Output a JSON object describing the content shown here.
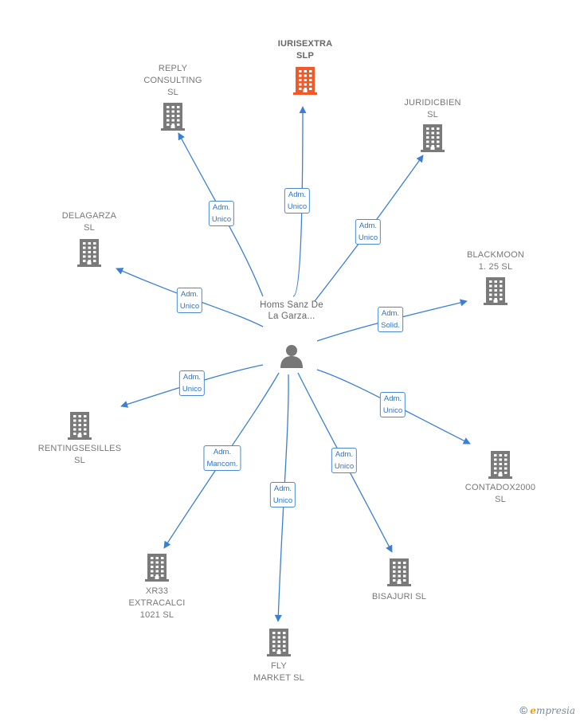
{
  "colors": {
    "edge": "#3b7fd4",
    "node": "#7a7a7a",
    "highlight": "#f05a28",
    "person": "#777777"
  },
  "center": {
    "name": "Homs Sanz De La Garza...",
    "icon": "person-icon"
  },
  "companies": [
    {
      "id": "iurisextra",
      "name": "IURISEXTRA SLP",
      "lines": [
        "IURISEXTRA",
        "SLP"
      ],
      "highlight": true,
      "role": "Adm. Unico",
      "roleLines": [
        "Adm.",
        "Unico"
      ]
    },
    {
      "id": "reply",
      "name": "REPLY CONSULTING SL",
      "lines": [
        "REPLY",
        "CONSULTING",
        "SL"
      ],
      "highlight": false,
      "role": "Adm. Unico",
      "roleLines": [
        "Adm.",
        "Unico"
      ]
    },
    {
      "id": "juridicbien",
      "name": "JURIDICBIEN SL",
      "lines": [
        "JURIDICBIEN",
        "SL"
      ],
      "highlight": false,
      "role": "Adm. Unico",
      "roleLines": [
        "Adm.",
        "Unico"
      ]
    },
    {
      "id": "delagarza",
      "name": "DELAGARZA SL",
      "lines": [
        "DELAGARZA",
        "SL"
      ],
      "highlight": false,
      "role": "Adm. Unico",
      "roleLines": [
        "Adm.",
        "Unico"
      ]
    },
    {
      "id": "blackmoon",
      "name": "BLACKMOON 1. 25 SL",
      "lines": [
        "BLACKMOON",
        "1. 25  SL"
      ],
      "highlight": false,
      "role": "Adm. Solid.",
      "roleLines": [
        "Adm.",
        "Solid."
      ]
    },
    {
      "id": "rentingsesilles",
      "name": "RENTINGSESILLES SL",
      "lines": [
        "RENTINGSESILLES",
        "SL"
      ],
      "highlight": false,
      "role": "Adm. Unico",
      "roleLines": [
        "Adm.",
        "Unico"
      ]
    },
    {
      "id": "contadox",
      "name": "CONTADOX2000 SL",
      "lines": [
        "CONTADOX2000",
        "SL"
      ],
      "highlight": false,
      "role": "Adm. Unico",
      "roleLines": [
        "Adm.",
        "Unico"
      ]
    },
    {
      "id": "xr33",
      "name": "XR33 EXTRACALCI 1021 SL",
      "lines": [
        "XR33",
        "EXTRACALCI",
        "1021 SL"
      ],
      "highlight": false,
      "role": "Adm. Mancom.",
      "roleLines": [
        "Adm.",
        "Mancom."
      ]
    },
    {
      "id": "bisajuri",
      "name": "BISAJURI SL",
      "lines": [
        "BISAJURI  SL"
      ],
      "highlight": false,
      "role": "Adm. Unico",
      "roleLines": [
        "Adm.",
        "Unico"
      ]
    },
    {
      "id": "fly",
      "name": "FLY MARKET SL",
      "lines": [
        "FLY",
        "MARKET  SL"
      ],
      "highlight": false,
      "role": "Adm. Unico",
      "roleLines": [
        "Adm.",
        "Unico"
      ]
    }
  ],
  "footer": {
    "copyright": "©",
    "brand_initial": "e",
    "brand_rest": "mpresia"
  }
}
